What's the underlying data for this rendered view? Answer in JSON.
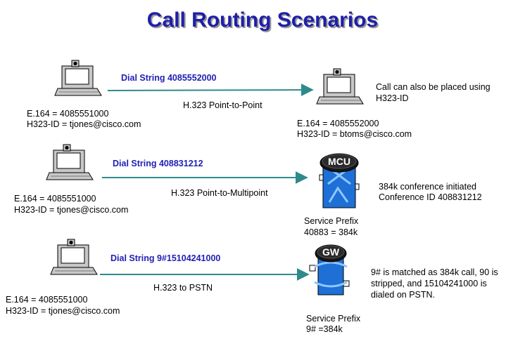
{
  "title": "Call Routing Scenarios",
  "colors": {
    "title": "#1f1fa8",
    "dial_string": "#1f1fb4",
    "arrow": "#2e8b8b",
    "device_body": "#1e6fd6",
    "device_cap": "#151515",
    "terminal": "#c8c8c8",
    "screen": "#ffffff"
  },
  "scenarios": [
    {
      "dial_string": "Dial String 4085552000",
      "link_label": "H.323 Point-to-Point",
      "caller": {
        "e164": "E.164 = 4085551000",
        "h323_id": "H323-ID = tjones@cisco.com"
      },
      "callee": {
        "e164": "E.164 = 4085552000",
        "h323_id": "H323-ID = btoms@cisco.com"
      },
      "note_lines": [
        "Call can also be placed using",
        "H323-ID"
      ]
    },
    {
      "dial_string": "Dial String 408831212",
      "link_label": "H.323 Point-to-Multipoint",
      "caller": {
        "e164": "E.164 = 4085551000",
        "h323_id": "H323-ID = tjones@cisco.com"
      },
      "device": {
        "label": "MCU",
        "icon": "mcu-icon",
        "service_prefix_title": "Service Prefix",
        "service_prefix_value": "40883 = 384k"
      },
      "note_lines": [
        "384k conference initiated",
        "Conference ID 408831212"
      ]
    },
    {
      "dial_string": "Dial String 9#15104241000",
      "link_label": "H.323 to PSTN",
      "caller": {
        "e164": "E.164 = 4085551000",
        "h323_id": "H323-ID = tjones@cisco.com"
      },
      "device": {
        "label": "GW",
        "icon": "gateway-icon",
        "service_prefix_title": "Service Prefix",
        "service_prefix_value": "9# =384k"
      },
      "note_lines": [
        "9# is matched as 384k call, 90 is",
        "stripped, and 15104241000 is",
        "dialed on PSTN."
      ]
    }
  ]
}
